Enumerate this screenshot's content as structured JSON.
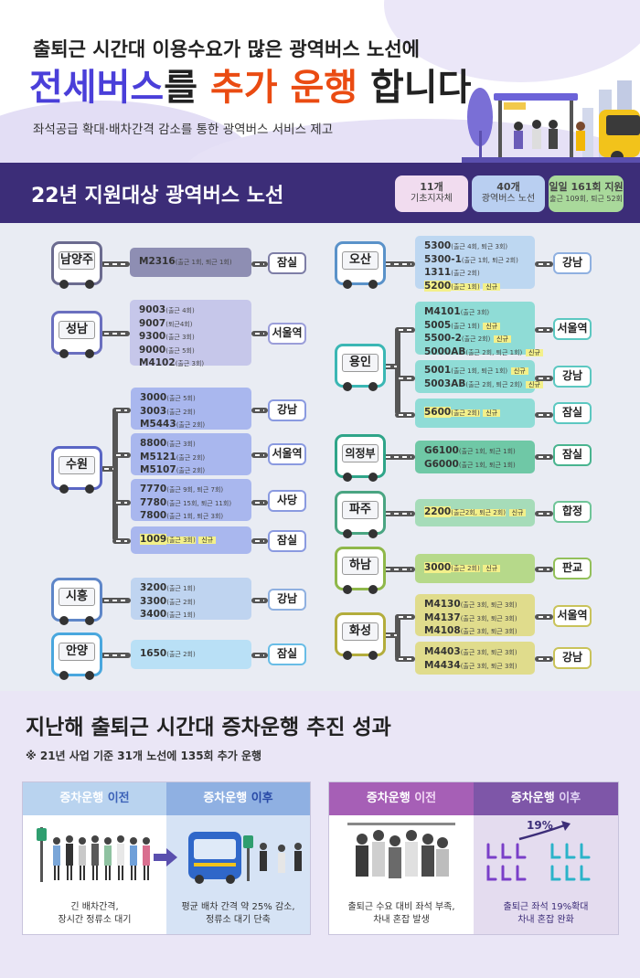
{
  "header": {
    "line1": "출퇴근 시간대 이용수요가 많은 광역버스 노선에",
    "line2a": "전세버스",
    "line2b": "를 ",
    "line2c": "추가 운행",
    "line2d": " 합니다",
    "line3": "좌석공급 확대·배차간격 감소를 통한 광역버스 서비스 제고"
  },
  "band": {
    "title": "22년 지원대상 광역버스 노선",
    "badges": [
      {
        "n": "11개",
        "t": "기초지자체",
        "color": "#f1dcef"
      },
      {
        "n": "40개",
        "t": "광역버스 노선",
        "color": "#b9cff1"
      },
      {
        "n": "일일 161회 지원",
        "t": "출근 109회, 퇴근 52회",
        "color": "#a9d99b"
      }
    ]
  },
  "left": {
    "namyangju": {
      "city": "남양주",
      "dest": "잠실",
      "routes": [
        {
          "no": "M2316",
          "sub": "(출근 1회, 퇴근 1회)"
        }
      ]
    },
    "seongnam": {
      "city": "성남",
      "dest": "서울역",
      "routes": [
        {
          "no": "9003",
          "sub": "(출근 4회)"
        },
        {
          "no": "9007",
          "sub": "(퇴근4회)"
        },
        {
          "no": "9300",
          "sub": "(출근 3회)"
        },
        {
          "no": "9000",
          "sub": "(출근 5회)"
        },
        {
          "no": "M4102",
          "sub": "(출근 3회)"
        }
      ]
    },
    "suwon": {
      "city": "수원",
      "groups": [
        {
          "dest": "강남",
          "routes": [
            {
              "no": "3000",
              "sub": "(출근 5회)"
            },
            {
              "no": "3003",
              "sub": "(출근 2회)"
            },
            {
              "no": "M5443",
              "sub": "(출근 2회)"
            }
          ]
        },
        {
          "dest": "서울역",
          "routes": [
            {
              "no": "8800",
              "sub": "(출근 3회)"
            },
            {
              "no": "M5121",
              "sub": "(출근 2회)"
            },
            {
              "no": "M5107",
              "sub": "(출근 2회)"
            }
          ]
        },
        {
          "dest": "사당",
          "routes": [
            {
              "no": "7770",
              "sub": "(출근 9회, 퇴근 7회)"
            },
            {
              "no": "7780",
              "sub": "(출근 15회, 퇴근 11회)"
            },
            {
              "no": "7800",
              "sub": "(출근 1회, 퇴근 3회)"
            }
          ]
        },
        {
          "dest": "잠실",
          "routes": [
            {
              "no": "1009",
              "sub": "(출근 3회)",
              "new": "신규"
            }
          ]
        }
      ]
    },
    "siheung": {
      "city": "시흥",
      "dest": "강남",
      "routes": [
        {
          "no": "3200",
          "sub": "(출근 1회)"
        },
        {
          "no": "3300",
          "sub": "(출근 2회)"
        },
        {
          "no": "3400",
          "sub": "(출근 1회)"
        }
      ]
    },
    "anyang": {
      "city": "안양",
      "dest": "잠실",
      "routes": [
        {
          "no": "1650",
          "sub": "(출근 2회)"
        }
      ]
    }
  },
  "right": {
    "osan": {
      "city": "오산",
      "dest": "강남",
      "routes": [
        {
          "no": "5300",
          "sub": "(출근 4회, 퇴근 3회)"
        },
        {
          "no": "5300-1",
          "sub": "(출근 1회, 퇴근 2회)"
        },
        {
          "no": "1311",
          "sub": "(출근 2회)"
        },
        {
          "no": "5200",
          "sub": "(출근 1회)",
          "new": "신규"
        }
      ]
    },
    "yongin": {
      "city": "용인",
      "groups": [
        {
          "dest": "서울역",
          "routes": [
            {
              "no": "M4101",
              "sub": "(출근 3회)"
            },
            {
              "no": "5005",
              "sub": "(출근 1회)",
              "new": "신규"
            },
            {
              "no": "5500-2",
              "sub": "(출근 2회)",
              "new": "신규"
            },
            {
              "no": "5000AB",
              "sub": "(출근 2회, 퇴근 1회)",
              "new": "신규"
            }
          ]
        },
        {
          "dest": "강남",
          "routes": [
            {
              "no": "5001",
              "sub": "(출근 1회, 퇴근 1회)",
              "new": "신규"
            },
            {
              "no": "5003AB",
              "sub": "(출근 2회, 퇴근 2회)",
              "new": "신규"
            }
          ]
        },
        {
          "dest": "잠실",
          "routes": [
            {
              "no": "5600",
              "sub": "(출근 2회)",
              "new": "신규"
            }
          ]
        }
      ]
    },
    "uijeongbu": {
      "city": "의정부",
      "dest": "잠실",
      "routes": [
        {
          "no": "G6100",
          "sub": "(출근 1회, 퇴근 1회)"
        },
        {
          "no": "G6000",
          "sub": "(출근 1회, 퇴근 1회)"
        }
      ]
    },
    "paju": {
      "city": "파주",
      "dest": "합정",
      "routes": [
        {
          "no": "2200",
          "sub": "(출근2회, 퇴근 2회)",
          "new": "신규"
        }
      ]
    },
    "hanam": {
      "city": "하남",
      "dest": "판교",
      "routes": [
        {
          "no": "3000",
          "sub": "(출근 2회)",
          "new": "신규"
        }
      ]
    },
    "hwaseong": {
      "city": "화성",
      "groups": [
        {
          "dest": "서울역",
          "routes": [
            {
              "no": "M4130",
              "sub": "(출근 3회, 퇴근 3회)"
            },
            {
              "no": "M4137",
              "sub": "(출근 3회, 퇴근 3회)"
            },
            {
              "no": "M4108",
              "sub": "(출근 3회, 퇴근 3회)"
            }
          ]
        },
        {
          "dest": "강남",
          "routes": [
            {
              "no": "M4403",
              "sub": "(출근 3회, 퇴근 3회)"
            },
            {
              "no": "M4434",
              "sub": "(출근 3회, 퇴근 3회)"
            }
          ]
        }
      ]
    }
  },
  "perf": {
    "title": "지난해 출퇴근 시간대 증차운행 추진 성과",
    "sub": "※ 21년 사업 기준 31개 노선에 135회 추가 운행",
    "c1h": "증차운행",
    "c1a": "이전",
    "c1t1": "긴 배차간격,",
    "c1t2": "장시간 정류소 대기",
    "c2h": "증차운행",
    "c2a": "이후",
    "c2t1": "평균 배차 간격 약 25% 감소,",
    "c2t2": "정류소 대기 단축",
    "c3h": "증차운행",
    "c3a": "이전",
    "c3t1": "출퇴근 수요 대비 좌석 부족,",
    "c3t2": "차내 혼잡 발생",
    "c4h": "증차운행",
    "c4a": "이후",
    "c4pct": "19%",
    "c4t1": "출퇴근 좌석 19%확대",
    "c4t2": "차내 혼잡 완화"
  }
}
